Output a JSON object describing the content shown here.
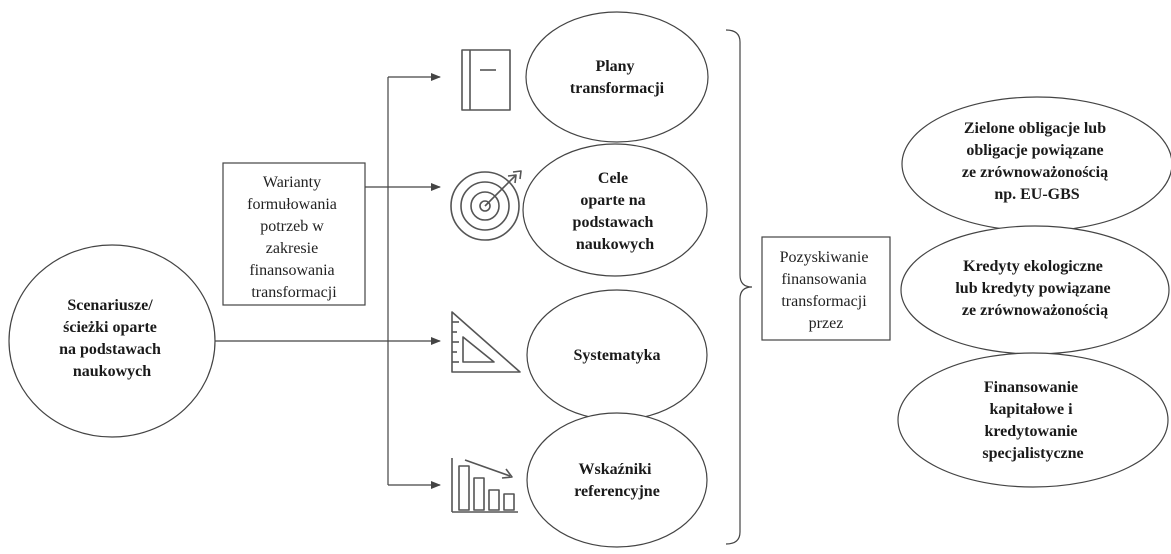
{
  "scenario_node": {
    "lines": [
      "Scenariusze/",
      "ścieżki oparte",
      "na podstawach",
      "naukowych"
    ]
  },
  "variants_box": {
    "lines": [
      "Warianty",
      "formułowania",
      "potrzeb w",
      "zakresie",
      "finansowania",
      "transformacji"
    ]
  },
  "elements": [
    {
      "icon": "book-icon",
      "lines": [
        "Plany",
        "transformacji"
      ]
    },
    {
      "icon": "target-icon",
      "lines": [
        "Cele",
        "oparte na",
        "podstawach",
        "naukowych"
      ]
    },
    {
      "icon": "set-square-icon",
      "lines": [
        "Systematyka"
      ]
    },
    {
      "icon": "bar-chart-icon",
      "lines": [
        "Wskaźniki",
        "referencyjne"
      ]
    }
  ],
  "acquisition_box": {
    "lines": [
      "Pozyskiwanie",
      "finansowania",
      "transformacji",
      "przez"
    ]
  },
  "instruments": [
    {
      "lines": [
        "Zielone obligacje lub",
        "obligacje powiązane",
        "ze zrównoważonością",
        "np. EU-GBS"
      ]
    },
    {
      "lines": [
        "Kredyty ekologiczne",
        "lub kredyty powiązane",
        "ze zrównoważonością"
      ]
    },
    {
      "lines": [
        "Finansowanie",
        "kapitałowe i",
        "kredytowanie",
        "specjalistyczne"
      ]
    }
  ],
  "colors": {
    "stroke": "#444444",
    "text": "#1a1a1a",
    "background": "#ffffff"
  }
}
